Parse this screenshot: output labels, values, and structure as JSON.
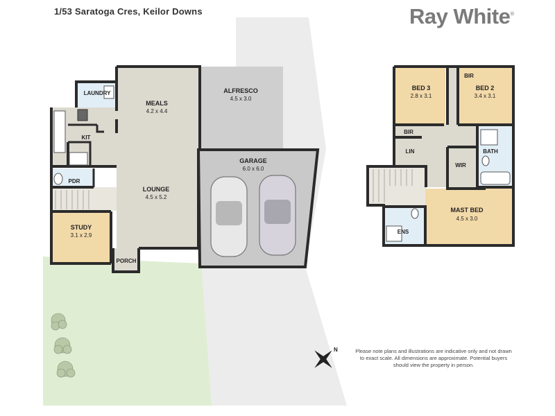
{
  "header": {
    "address": "1/53 Saratoga Cres, Keilor Downs",
    "brand": "Ray White",
    "brand_mark": "®"
  },
  "rooms": {
    "laundry": {
      "name": "LAUNDRY"
    },
    "meals": {
      "name": "MEALS",
      "size": "4.2 x 4.4"
    },
    "alfresco": {
      "name": "ALFRESCO",
      "size": "4.5 x 3.0"
    },
    "kit": {
      "name": "KIT"
    },
    "pdr": {
      "name": "PDR"
    },
    "lounge": {
      "name": "LOUNGE",
      "size": "4.5 x 5.2"
    },
    "garage": {
      "name": "GARAGE",
      "size": "6.0 x 6.0"
    },
    "study": {
      "name": "STUDY",
      "size": "3.1 x 2.9"
    },
    "porch": {
      "name": "PORCH"
    },
    "bed3": {
      "name": "BED 3",
      "size": "2.8 x 3.1"
    },
    "bed2": {
      "name": "BED 2",
      "size": "3.4 x 3.1"
    },
    "bir_top": {
      "name": "BIR"
    },
    "bir_mid": {
      "name": "BIR"
    },
    "lin": {
      "name": "LIN"
    },
    "bath": {
      "name": "BATH"
    },
    "wir": {
      "name": "WIR"
    },
    "mast_bed": {
      "name": "MAST BED",
      "size": "4.5 x 3.0"
    },
    "ens": {
      "name": "ENS"
    }
  },
  "compass": {
    "label": "N"
  },
  "disclaimer": "Please note plans and illustrations are indicative only and not drawn to exact scale. All dimensions are approximate. Potential buyers should view the property in person.",
  "colors": {
    "wall": "#2b2b2b",
    "floor_living": "#dcd9cf",
    "floor_bedroom": "#f2d9a8",
    "floor_wet": "#e2eef6",
    "alfresco": "#cfcfcf",
    "garage": "#c9c9c9",
    "driveway": "#ececec",
    "lawn": "#dfeed3"
  }
}
